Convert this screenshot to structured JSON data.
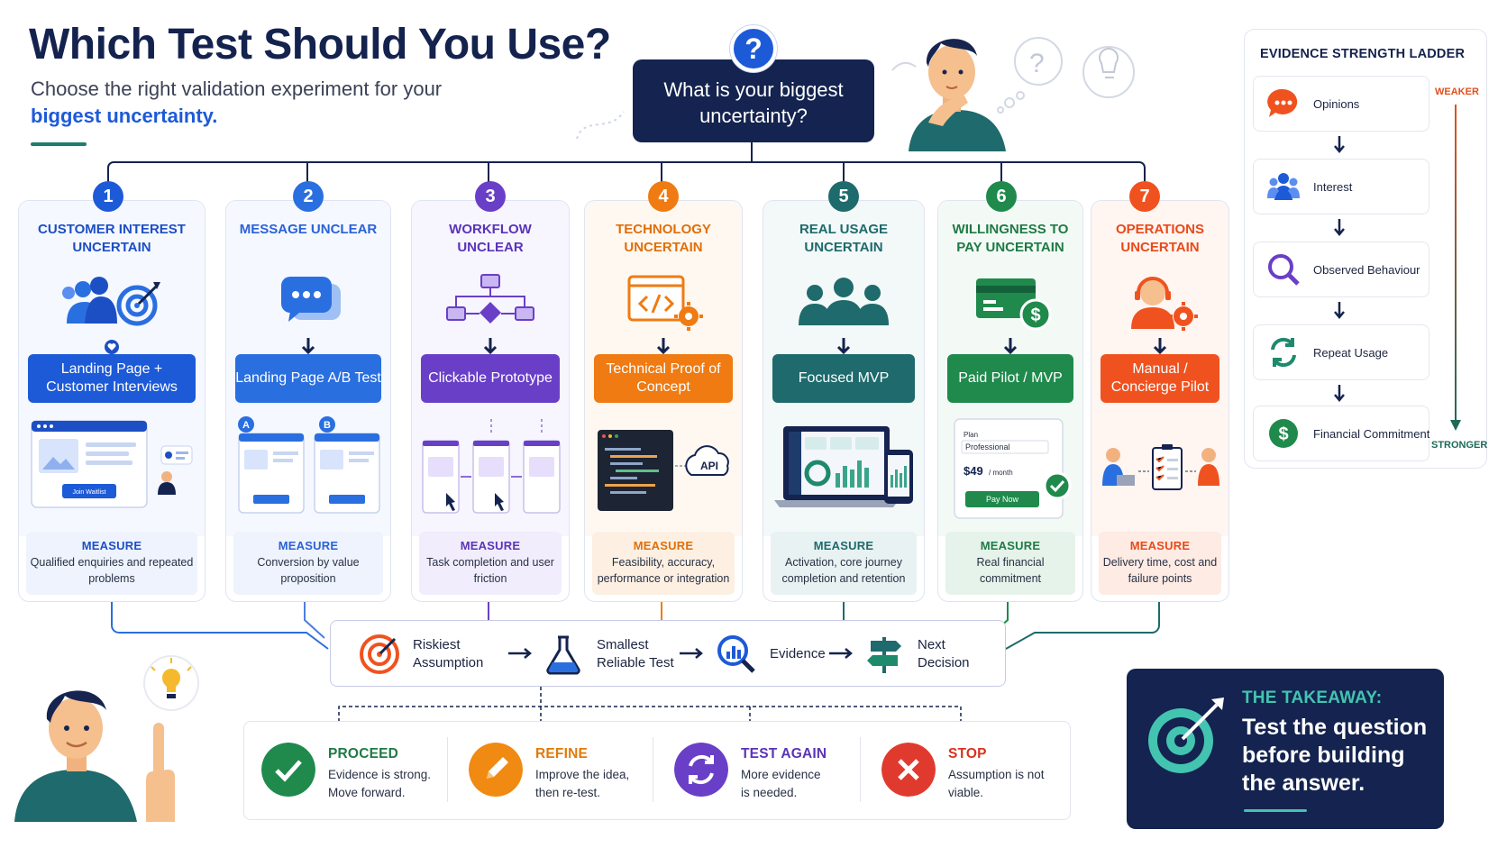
{
  "header": {
    "title": "Which Test Should You Use?",
    "subtitle_pre": "Choose the right validation experiment for your ",
    "subtitle_highlight": "biggest uncertainty."
  },
  "question": {
    "badge": "?",
    "text": "What is your biggest uncertainty?"
  },
  "columns": [
    {
      "num": "1",
      "title": "CUSTOMER INTEREST UNCERTAIN",
      "method": "Landing Page + Customer Interviews",
      "measure_label": "MEASURE",
      "measure_text": "Qualified enquiries and repeated problems",
      "illus_button": "Join Waitlist",
      "color": "#1d5ad8"
    },
    {
      "num": "2",
      "title": "MESSAGE UNCLEAR",
      "method": "Landing Page A/B Test",
      "measure_label": "MEASURE",
      "measure_text": "Conversion by value proposition",
      "illus_a": "A",
      "illus_b": "B",
      "color": "#2a6fe0"
    },
    {
      "num": "3",
      "title": "WORKFLOW UNCLEAR",
      "method": "Clickable Prototype",
      "measure_label": "MEASURE",
      "measure_text": "Task completion and user friction",
      "color": "#6a3fc7"
    },
    {
      "num": "4",
      "title": "TECHNOLOGY UNCERTAIN",
      "method": "Technical Proof of Concept",
      "measure_label": "MEASURE",
      "measure_text": "Feasibility, accuracy, performance or integration",
      "illus_api": "API",
      "color": "#ef7b12"
    },
    {
      "num": "5",
      "title": "REAL USAGE UNCERTAIN",
      "method": "Focused MVP",
      "measure_label": "MEASURE",
      "measure_text": "Activation, core journey completion and retention",
      "color": "#1e6a6c"
    },
    {
      "num": "6",
      "title": "WILLINGNESS TO PAY UNCERTAIN",
      "method": "Paid Pilot / MVP",
      "measure_label": "MEASURE",
      "measure_text": "Real financial commitment",
      "illus_plan": "Plan",
      "illus_tier": "Professional",
      "illus_price": "$49",
      "illus_per": "/ month",
      "illus_pay": "Pay Now",
      "color": "#1f8a4c"
    },
    {
      "num": "7",
      "title": "OPERATIONS UNCERTAIN",
      "method": "Manual / Concierge Pilot",
      "measure_label": "MEASURE",
      "measure_text": "Delivery time, cost and failure points",
      "color": "#f0521f"
    }
  ],
  "ladder": {
    "title": "EVIDENCE STRENGTH LADDER",
    "weaker": "WEAKER",
    "stronger": "STRONGER",
    "rungs": [
      "Opinions",
      "Interest",
      "Observed Behaviour",
      "Repeat Usage",
      "Financial Commitment"
    ]
  },
  "flow": {
    "steps": [
      "Riskiest Assumption",
      "Smallest Reliable Test",
      "Evidence",
      "Next Decision"
    ]
  },
  "outcomes": [
    {
      "label": "PROCEED",
      "text": "Evidence is strong. Move forward.",
      "color": "#1f8a4c"
    },
    {
      "label": "REFINE",
      "text": "Improve the idea, then re-test.",
      "color": "#f08a12"
    },
    {
      "label": "TEST AGAIN",
      "text": "More evidence is needed.",
      "color": "#6a3fc7"
    },
    {
      "label": "STOP",
      "text": "Assumption is not viable.",
      "color": "#e03a2f"
    }
  ],
  "takeaway": {
    "heading": "THE TAKEAWAY:",
    "text": "Test the question before building the answer."
  }
}
